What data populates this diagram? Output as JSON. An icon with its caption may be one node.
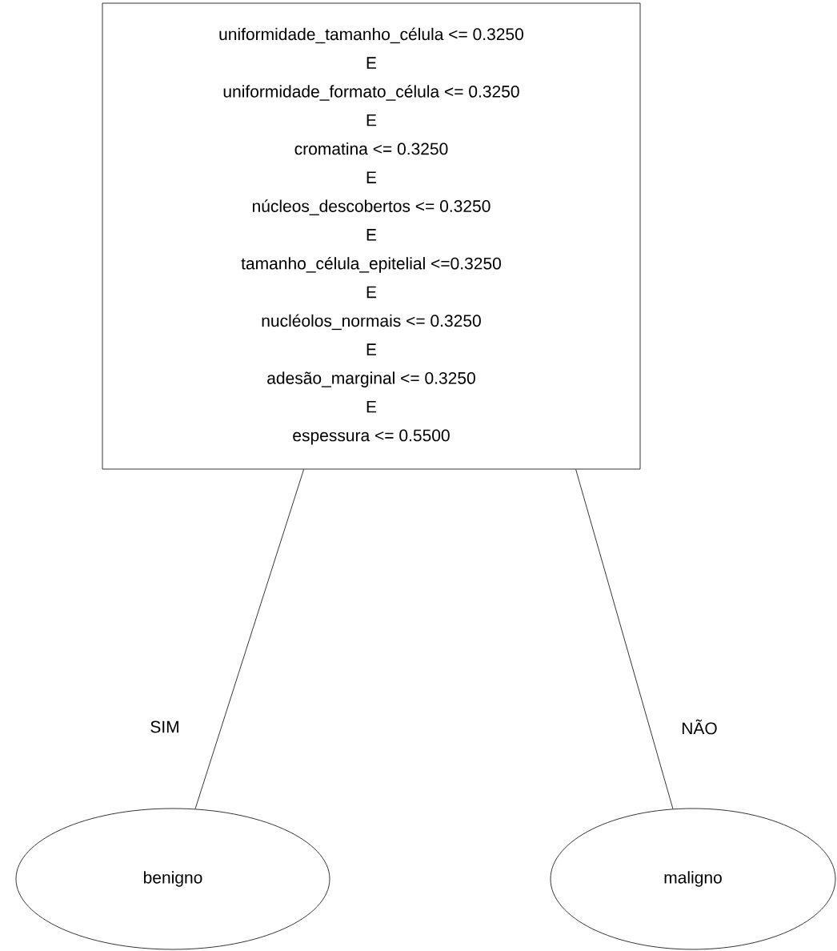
{
  "diagram": {
    "nodes": [
      {
        "text": [
          "uniformidade_tamanho_célula <= 0.3250",
          "E",
          "uniformidade_formato_célula <= 0.3250",
          "E",
          "cromatina <= 0.3250",
          "E",
          "núcleos_descobertos <= 0.3250",
          "E",
          "tamanho_célula_epitelial <=0.3250",
          "E",
          "nucléolos_normais <= 0.3250",
          "E",
          "adesão_marginal <= 0.3250",
          "E",
          "espessura <= 0.5500"
        ]
      },
      {
        "text": [
          "benigno"
        ]
      },
      {
        "text": [
          "maligno"
        ]
      }
    ],
    "edges": [
      {
        "from": 0,
        "to": 1,
        "arrow": "none",
        "label": "SIM"
      },
      {
        "from": 0,
        "to": 2,
        "arrow": "none",
        "label": "NÃO"
      }
    ]
  }
}
